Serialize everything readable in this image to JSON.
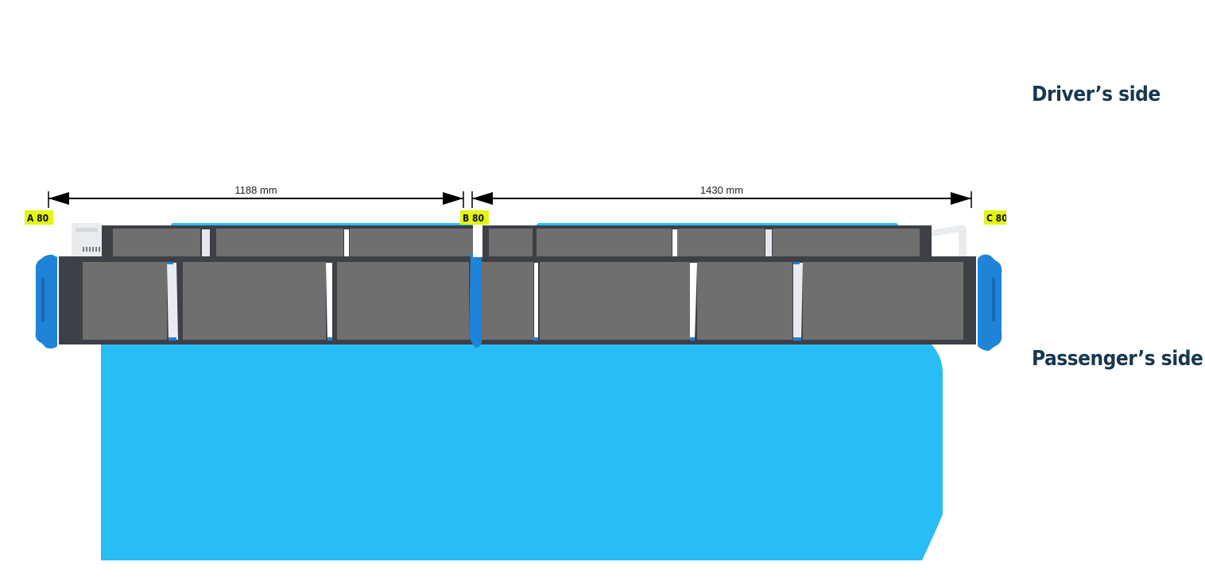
{
  "labels": {
    "driver_side": "Driver’s side",
    "passenger_side": "Passenger’s side"
  },
  "dimensions": [
    {
      "text": "1188 mm"
    },
    {
      "text": "1430 mm"
    }
  ],
  "markers": [
    {
      "text": "A 80"
    },
    {
      "text": "B 80"
    },
    {
      "text": "C 80"
    }
  ],
  "colors": {
    "vehicle_floor": "#29bdf5",
    "rail_blue": "#1f83d8",
    "rail_body": "#3d4046",
    "rail_panel": "#6f6f6f",
    "marker_bg": "#e4f512",
    "label_text": "#17384f"
  }
}
